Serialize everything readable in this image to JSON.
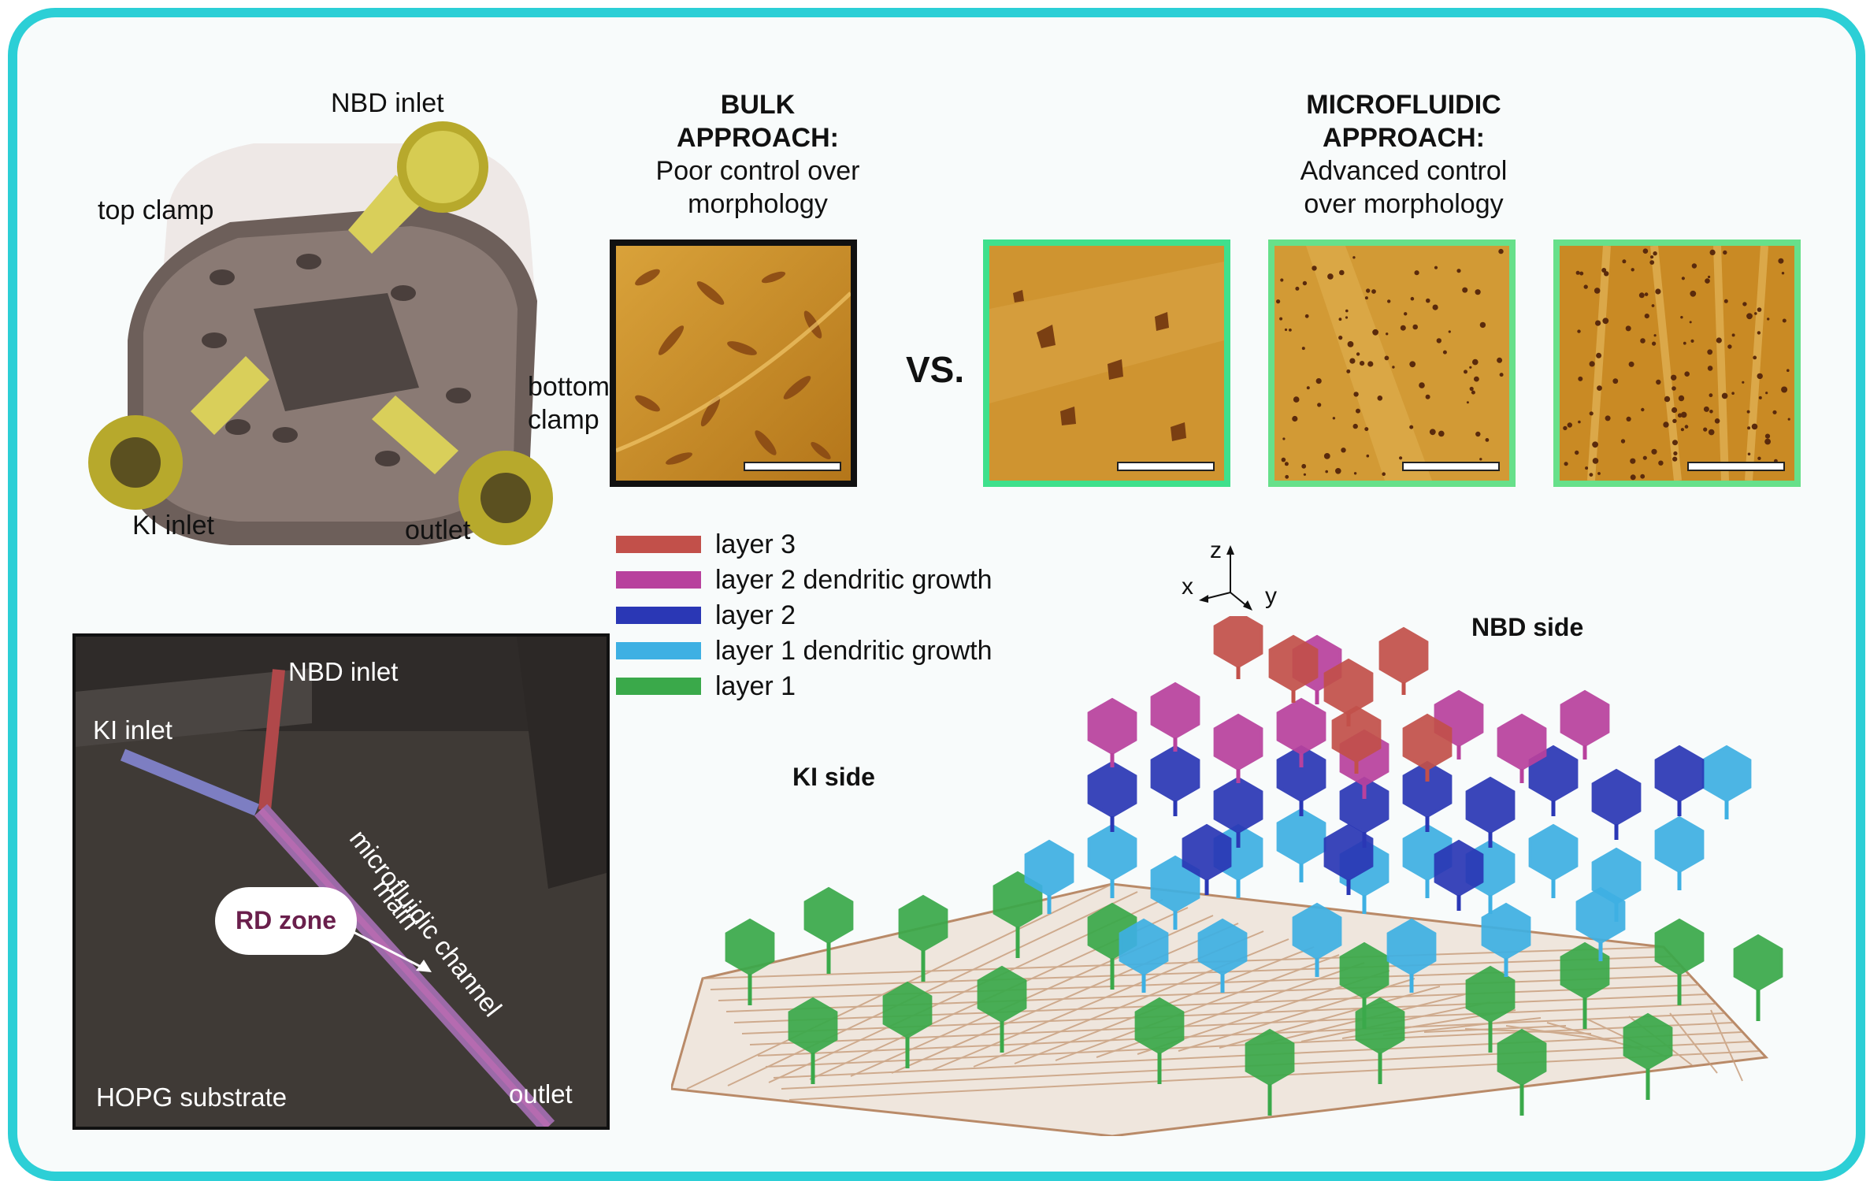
{
  "device_labels": {
    "nbd_inlet": "NBD inlet",
    "top_clamp": "top clamp",
    "bottom_clamp_1": "bottom",
    "bottom_clamp_2": "clamp",
    "ki_inlet": "KI inlet",
    "outlet": "outlet"
  },
  "bulk": {
    "title_1": "BULK",
    "title_2": "APPROACH:",
    "desc_1": "Poor control over",
    "desc_2": "morphology"
  },
  "micro": {
    "title_1": "MICROFLUIDIC",
    "title_2": "APPROACH:",
    "desc_1": "Advanced control",
    "desc_2": "over morphology"
  },
  "vs_label": "VS.",
  "legend": [
    {
      "label": "layer 3",
      "color": "#c2504a"
    },
    {
      "label": "layer 2 dendritic growth",
      "color": "#b8419d"
    },
    {
      "label": "layer 2",
      "color": "#2a37b5"
    },
    {
      "label": "layer 1 dendritic growth",
      "color": "#3eb0e3"
    },
    {
      "label": "layer 1",
      "color": "#3aa94a"
    }
  ],
  "axes": {
    "z": "z",
    "x": "x",
    "y": "y"
  },
  "sides": {
    "nbd": "NBD side",
    "ki": "KI side"
  },
  "photo": {
    "nbd_inlet": "NBD inlet",
    "ki_inlet": "KI inlet",
    "rd_zone": "RD zone",
    "channel_1": "main",
    "channel_2": "microfluidic channel",
    "substrate": "HOPG substrate",
    "outlet": "outlet"
  },
  "colors": {
    "frame": "#2ccfd6",
    "afm_gold": "#c98a1e",
    "afm_dark": "#8a4a10",
    "substrate_lattice": "#b98a68"
  }
}
